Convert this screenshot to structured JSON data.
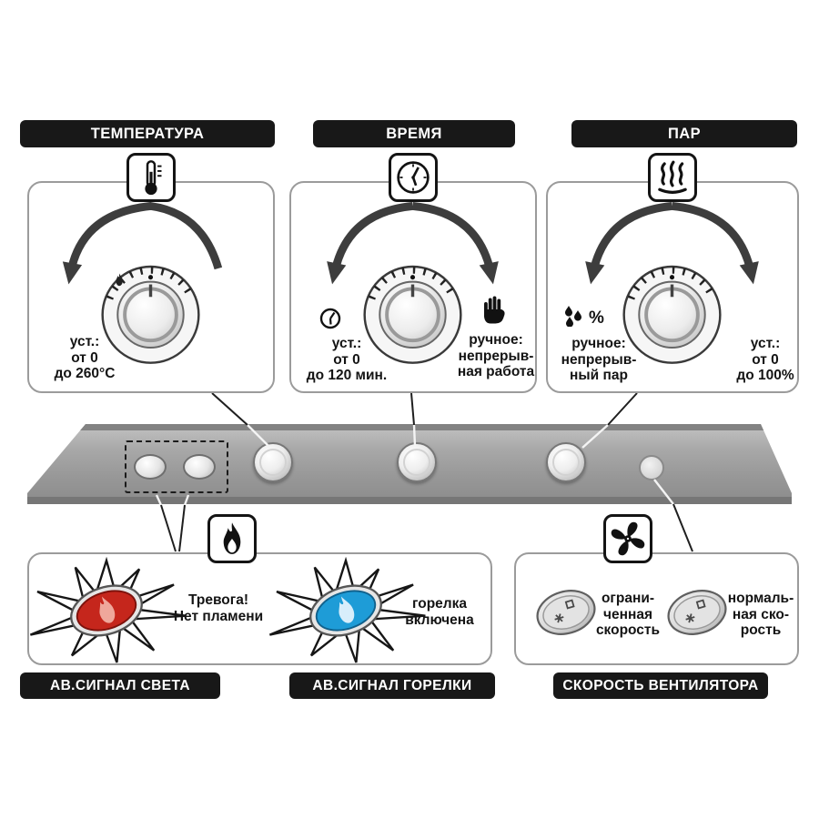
{
  "sections": {
    "temperature": {
      "label": "ТЕМПЕРАТУРА",
      "set_text": "уст.:\nот 0\nдо 260°C"
    },
    "time": {
      "label": "ВРЕМЯ",
      "set_text": "уст.:\nот 0\nдо 120 мин.",
      "manual_text": "ручное:\nнепрерыв-\nная работа"
    },
    "steam": {
      "label": "ПАР",
      "manual_symbol": "%",
      "manual_text": "ручное:\nнепрерыв-\nный пар",
      "set_text": "уст.:\nот 0\nдо 100%"
    },
    "light_alarm": {
      "label": "АВ.СИГНАЛ СВЕТА",
      "text": "Тревога!\nНет пламени"
    },
    "burner_alarm": {
      "label": "АВ.СИГНАЛ ГОРЕЛКИ",
      "text": "горелка\nвключена"
    },
    "fan_speed": {
      "label": "СКОРОСТЬ ВЕНТИЛЯТОРА",
      "limited_text": "ограни-\nченная\nскорость",
      "normal_text": "нормаль-\nная ско-\nрость"
    }
  },
  "icons": {
    "temperature": "thermometer-icon",
    "time": "clock-icon",
    "steam": "steam-icon",
    "time_set": "clock-icon",
    "time_manual": "hand-icon",
    "steam_manual": "water-drops-icon",
    "burner": "flame-icon",
    "fan": "fan-icon"
  },
  "colors": {
    "alarm_red": "#c5261c",
    "burner_blue": "#1e9cd7",
    "label_bg": "#181818",
    "strip_gray": "#9a9a9a",
    "panel_border": "#9b9b9b"
  }
}
